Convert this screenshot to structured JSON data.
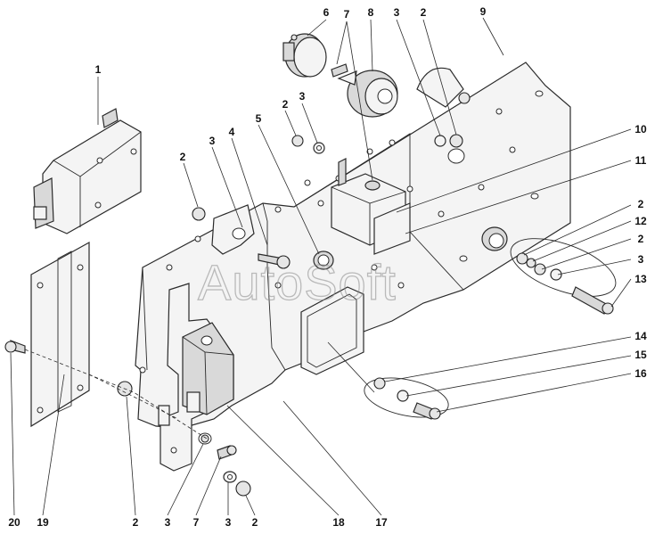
{
  "watermark": "AutoSoft",
  "callouts": {
    "c1": "1",
    "c2a": "2",
    "c2b": "2",
    "c2c": "2",
    "c2d": "2",
    "c2e": "2",
    "c2f": "2",
    "c2g": "2",
    "c3a": "3",
    "c3b": "3",
    "c3c": "3",
    "c3d": "3",
    "c3e": "3",
    "c3f": "3",
    "c4": "4",
    "c5": "5",
    "c6": "6",
    "c7a": "7",
    "c7b": "7",
    "c8": "8",
    "c9": "9",
    "c10": "10",
    "c11": "11",
    "c12": "12",
    "c13": "13",
    "c14": "14",
    "c15": "15",
    "c16": "16",
    "c17": "17",
    "c18": "18",
    "c19": "19",
    "c20": "20"
  }
}
